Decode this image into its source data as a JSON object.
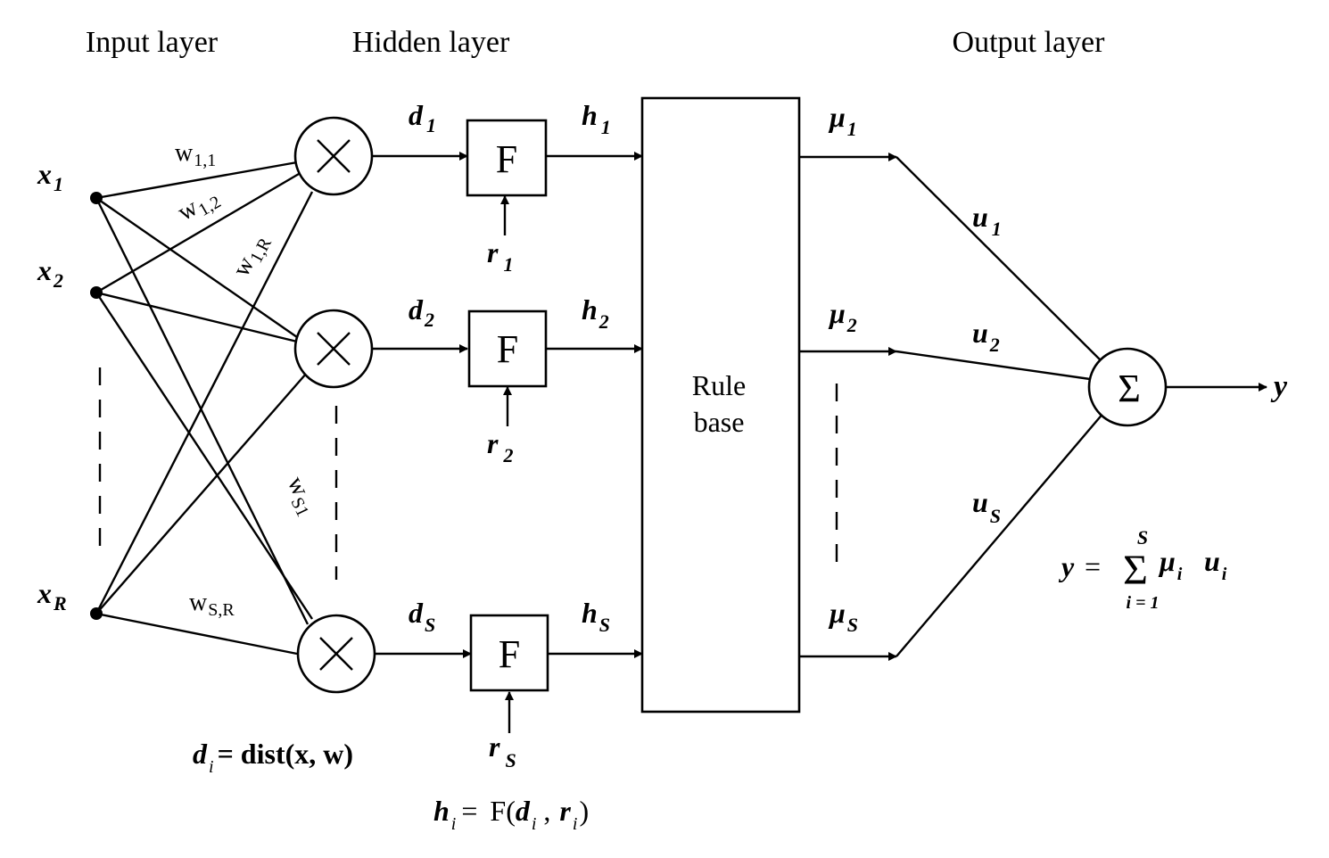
{
  "titles": {
    "input": "Input layer",
    "hidden": "Hidden layer",
    "output": "Output layer"
  },
  "inputs": [
    {
      "base": "x",
      "sub": "1"
    },
    {
      "base": "x",
      "sub": "2"
    },
    {
      "base": "x",
      "sub": "R"
    }
  ],
  "weights": [
    {
      "base": "w",
      "sub": "1,1"
    },
    {
      "base": "w",
      "sub": "1,2"
    },
    {
      "base": "w",
      "sub": "1,R"
    },
    {
      "base": "w",
      "sub": "S1"
    },
    {
      "base": "w",
      "sub": "S,R"
    }
  ],
  "distances": [
    {
      "base": "d",
      "sub": "1"
    },
    {
      "base": "d",
      "sub": "2"
    },
    {
      "base": "d",
      "sub": "S"
    }
  ],
  "f_label": "F",
  "radii": [
    {
      "base": "r",
      "sub": "1"
    },
    {
      "base": "r",
      "sub": "2"
    },
    {
      "base": "r",
      "sub": "S"
    }
  ],
  "hidden_outputs": [
    {
      "base": "h",
      "sub": "1"
    },
    {
      "base": "h",
      "sub": "2"
    },
    {
      "base": "h",
      "sub": "S"
    }
  ],
  "rule_base": {
    "line1": "Rule",
    "line2": "base"
  },
  "memberships": [
    {
      "base": "μ",
      "sub": "1"
    },
    {
      "base": "μ",
      "sub": "2"
    },
    {
      "base": "μ",
      "sub": "S"
    }
  ],
  "output_weights": [
    {
      "base": "u",
      "sub": "1"
    },
    {
      "base": "u",
      "sub": "2"
    },
    {
      "base": "u",
      "sub": "S"
    }
  ],
  "sum_symbol": "Σ",
  "output_label": "y",
  "formulas": {
    "distance": {
      "lhs_base": "d",
      "lhs_sub": "i",
      "rhs": "= dist(x, w)"
    },
    "hidden": {
      "lhs_base": "h",
      "lhs_sub": "i",
      "eq": "=",
      "func": "F(",
      "a_base": "d",
      "a_sub": "i",
      "comma": ",",
      "b_base": "r",
      "b_sub": "i",
      "close": ")"
    },
    "output": {
      "lhs": "y",
      "eq": "=",
      "sigma": "Σ",
      "upper": "S",
      "lower": "i = 1",
      "t1_base": "μ",
      "t1_sub": "i",
      "t2_base": "u",
      "t2_sub": "i"
    }
  }
}
